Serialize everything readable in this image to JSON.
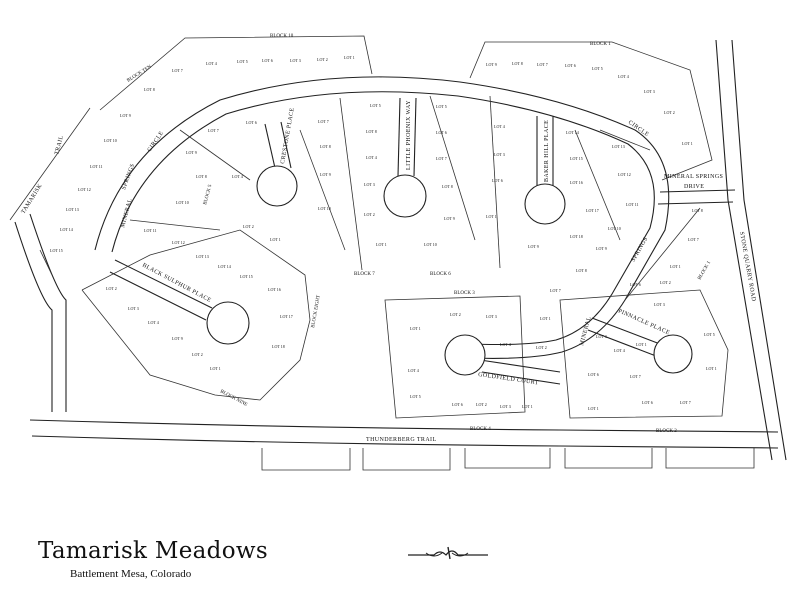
{
  "title": "Tamarisk Meadows",
  "subtitle": "Battlement Mesa, Colorado",
  "ornament_icon": "flourish-ornament",
  "streets": {
    "thunderberg": "THUNDERBERG TRAIL",
    "tamarisk": "TAMARISK",
    "tamarisk_trail": "TRAIL",
    "mineral_springs_circle_a": "MINERAL",
    "mineral_springs_circle_b": "SPRINGS",
    "mineral_springs_circle_c": "CIRCLE",
    "crestone": "CRESTONE PLACE",
    "little_phoenix": "LITTLE PHOENIX WAY",
    "baker_hill": "BAKER HILL PLACE",
    "circle_east": "CIRCLE",
    "mineral_springs_drive_a": "MINERAL SPRINGS",
    "mineral_springs_drive_b": "DRIVE",
    "stone_quarry": "STONE QUARRY ROAD",
    "black_sulphur": "BLACK SULPHUR PLACE",
    "goldfield": "GOLDFIELD COURT",
    "pinnacle": "PINNACLE PLACE",
    "mineral_south": "MINERAL",
    "springs_south": "SPRINGS"
  },
  "blocks": {
    "block10": "BLOCK 10",
    "block1_top": "BLOCK 1",
    "block_ten": "BLOCK TEN",
    "block7": "BLOCK 7",
    "block6": "BLOCK 6",
    "block5": "BLOCK 5",
    "block3": "BLOCK 3",
    "block4": "BLOCK 4",
    "block1_east": "BLOCK 1",
    "block2": "BLOCK 2",
    "block_eight": "BLOCK EIGHT",
    "block_nine": "BLOCK NINE",
    "block9": "BLOCK 9"
  },
  "lots": [
    "LOT 4",
    "LOT 5",
    "LOT 6",
    "LOT 3",
    "LOT 2",
    "LOT 1",
    "LOT 7",
    "LOT 8",
    "LOT 9",
    "LOT 10",
    "LOT 11",
    "LOT 12",
    "LOT 13",
    "LOT 14",
    "LOT 15",
    "LOT 16",
    "LOT 17",
    "LOT 18"
  ]
}
